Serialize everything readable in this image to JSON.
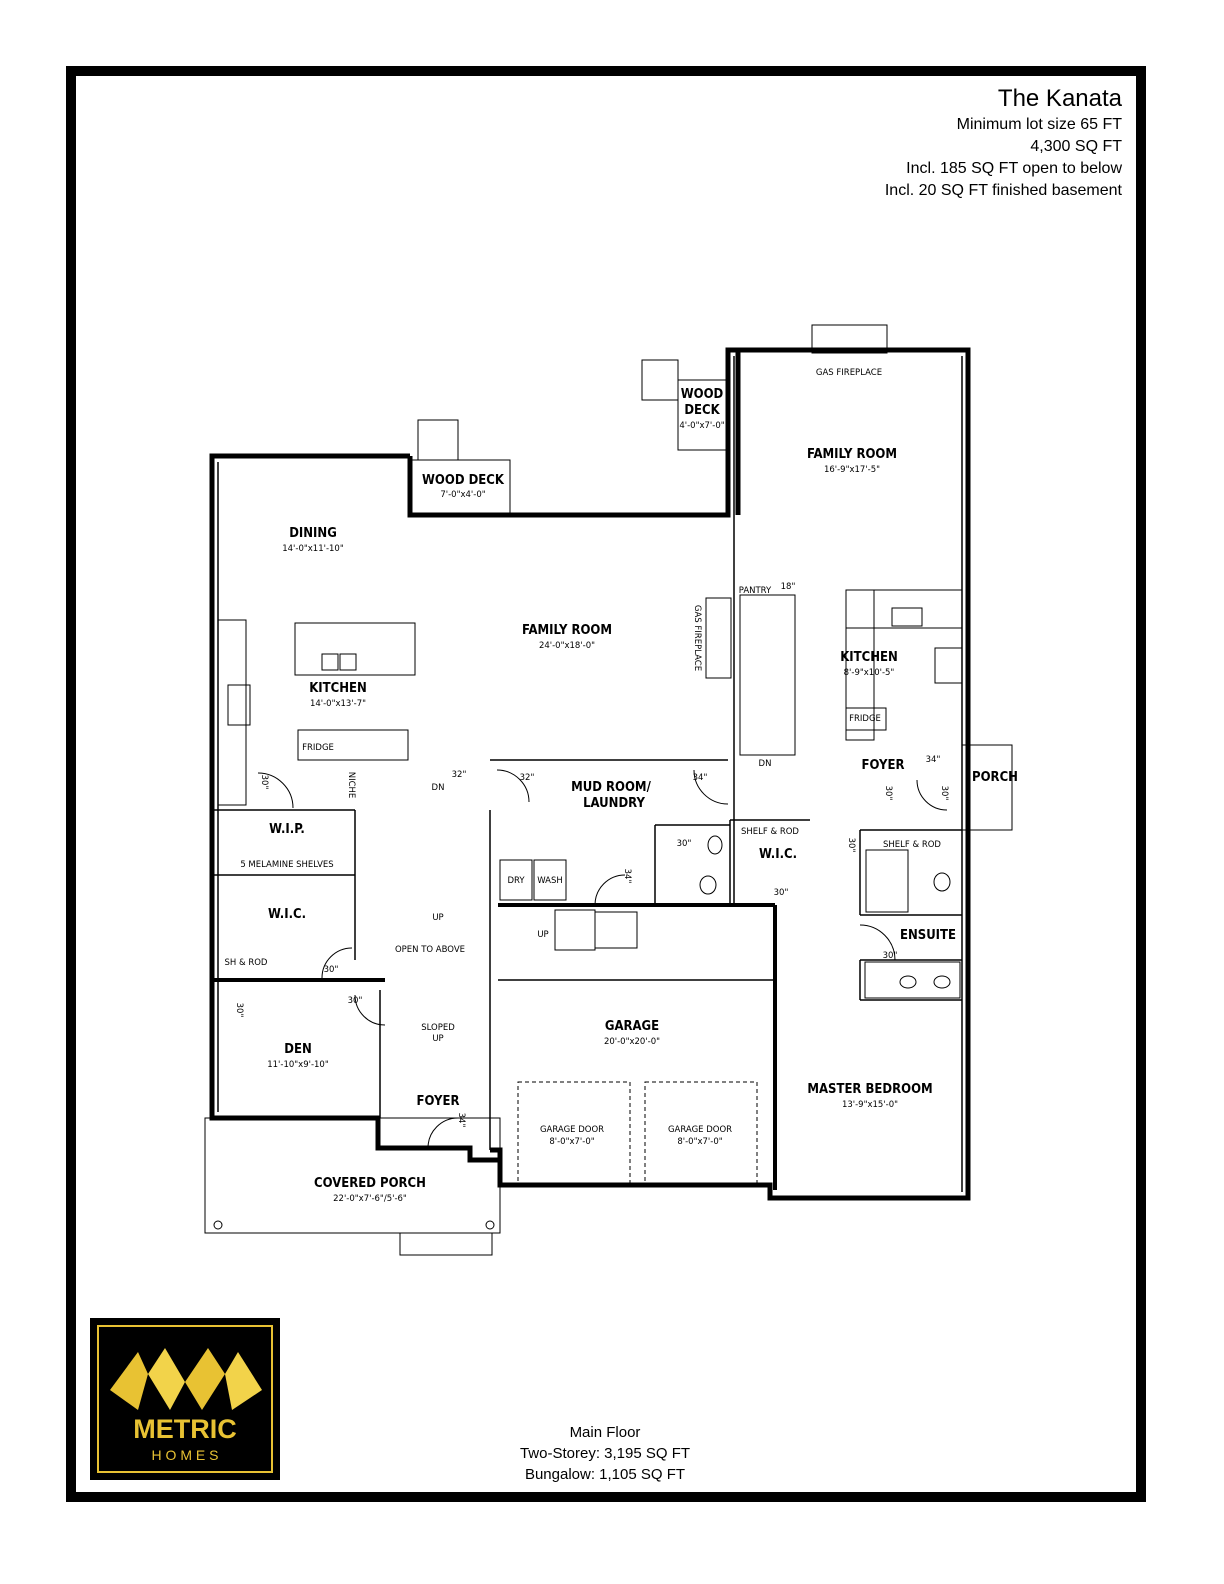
{
  "header": {
    "title": "The Kanata",
    "lines": [
      "Minimum lot size 65 FT",
      "4,300 SQ FT",
      "Incl. 185 SQ FT open to below",
      "Incl. 20 SQ FT finished basement"
    ]
  },
  "footer": {
    "lines": [
      "Main Floor",
      "Two-Storey: 3,195 SQ FT",
      "Bungalow: 1,105 SQ FT"
    ]
  },
  "logo": {
    "brand": "METRIC",
    "sub": "H O M E S",
    "gold": "#e8c233"
  },
  "rooms": {
    "wood_deck_1": {
      "name": "WOOD DECK",
      "dim": "7'-0\"x4'-0\""
    },
    "wood_deck_2": {
      "name1": "WOOD",
      "name2": "DECK",
      "dim": "4'-0\"x7'-0\""
    },
    "dining": {
      "name": "DINING",
      "dim": "14'-0\"x11'-10\""
    },
    "family_main": {
      "name": "FAMILY ROOM",
      "dim": "24'-0\"x18'-0\""
    },
    "kitchen_main": {
      "name": "KITCHEN",
      "dim": "14'-0\"x13'-7\""
    },
    "family_suite": {
      "name": "FAMILY ROOM",
      "dim": "16'-9\"x17'-5\""
    },
    "kitchen_suite": {
      "name": "KITCHEN",
      "dim": "8'-9\"x10'-5\""
    },
    "mud_room": {
      "name1": "MUD ROOM/",
      "name2": "LAUNDRY"
    },
    "wip": {
      "name": "W.I.P.",
      "note": "5 MELAMINE SHELVES"
    },
    "wic_main": {
      "name": "W.I.C."
    },
    "wic_suite": {
      "name": "W.I.C."
    },
    "den": {
      "name": "DEN",
      "dim": "11'-10\"x9'-10\""
    },
    "foyer_main": {
      "name": "FOYER"
    },
    "foyer_suite": {
      "name": "FOYER"
    },
    "porch": {
      "name": "PORCH"
    },
    "covered_porch": {
      "name": "COVERED PORCH",
      "dim": "22'-0\"x7'-6\"/5'-6\""
    },
    "garage": {
      "name": "GARAGE",
      "dim": "20'-0\"x20'-0\""
    },
    "garage_door_1": {
      "name": "GARAGE DOOR",
      "dim": "8'-0\"x7'-0\""
    },
    "garage_door_2": {
      "name": "GARAGE DOOR",
      "dim": "8'-0\"x7'-0\""
    },
    "master_bedroom": {
      "name": "MASTER BEDROOM",
      "dim": "13'-9\"x15'-0\""
    },
    "ensuite": {
      "name": "ENSUITE"
    }
  },
  "labels": {
    "gas_fireplace_top": "GAS FIREPLACE",
    "gas_fireplace_side": "GAS FIREPLACE",
    "pantry": "PANTRY",
    "pantry_size": "18\"",
    "fridge_main": "FRIDGE",
    "fridge_suite": "FRIDGE",
    "niche": "NICHE",
    "dn_main": "DN",
    "dn_suite": "DN",
    "up_stair": "UP",
    "up_garage": "UP",
    "open_to_above": "OPEN TO ABOVE",
    "sloped": "SLOPED",
    "sloped_up": "UP",
    "sh_rod_main": "SH & ROD",
    "shelf_rod_wic": "SHELF & ROD",
    "shelf_rod_ensuite": "SHELF & ROD",
    "dry": "DRY",
    "wash": "WASH"
  },
  "doors": {
    "d30": "30\"",
    "d32": "32\"",
    "d34": "34\""
  }
}
